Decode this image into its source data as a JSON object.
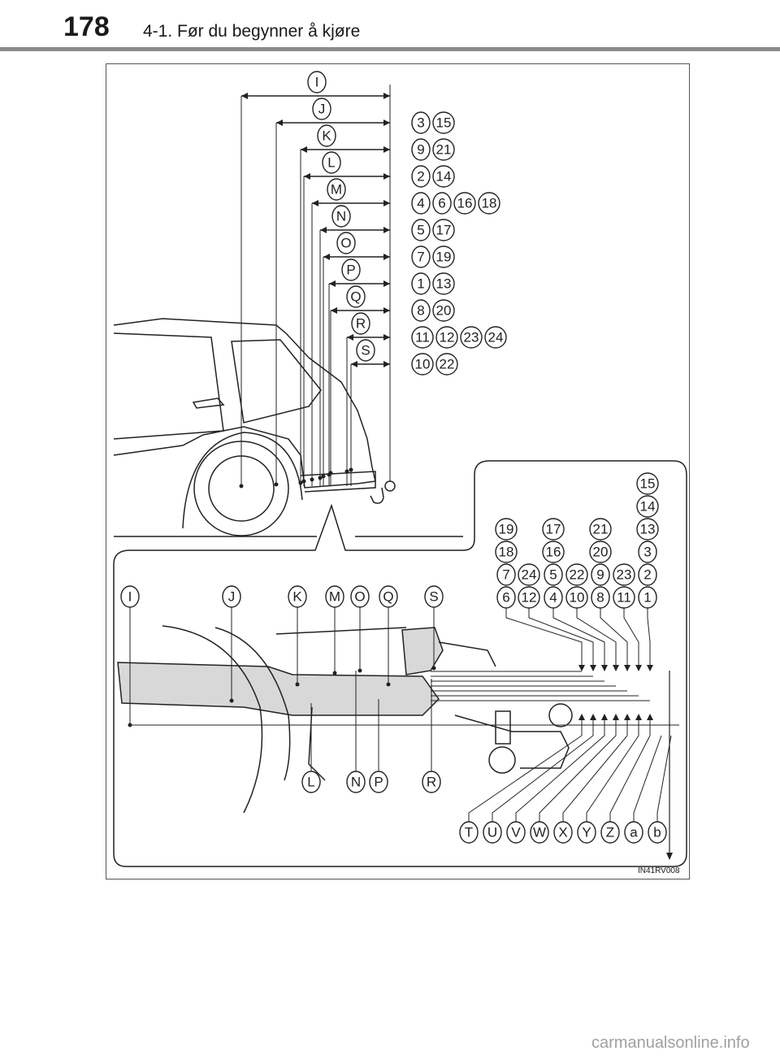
{
  "header": {
    "page_number": "178",
    "section_title": "4-1. Før du begynner å kjøre"
  },
  "figure": {
    "code": "IN41RV008",
    "upper_labels": [
      {
        "letter": "I",
        "numbers": []
      },
      {
        "letter": "J",
        "numbers": [
          "3",
          "15"
        ]
      },
      {
        "letter": "K",
        "numbers": [
          "9",
          "21"
        ]
      },
      {
        "letter": "L",
        "numbers": [
          "2",
          "14"
        ]
      },
      {
        "letter": "M",
        "numbers": [
          "4",
          "6",
          "16",
          "18"
        ]
      },
      {
        "letter": "N",
        "numbers": [
          "5",
          "17"
        ]
      },
      {
        "letter": "O",
        "numbers": [
          "7",
          "19"
        ]
      },
      {
        "letter": "P",
        "numbers": [
          "1",
          "13"
        ]
      },
      {
        "letter": "Q",
        "numbers": [
          "8",
          "20"
        ]
      },
      {
        "letter": "R",
        "numbers": [
          "11",
          "12",
          "23",
          "24"
        ]
      },
      {
        "letter": "S",
        "numbers": [
          "10",
          "22"
        ]
      }
    ],
    "detail_top_letters": [
      "I",
      "J",
      "K",
      "M",
      "O",
      "Q",
      "S"
    ],
    "detail_bottom_letters": [
      "L",
      "N",
      "P",
      "R"
    ],
    "number_columns": [
      [
        "19",
        "18",
        "7",
        "6"
      ],
      [
        "24",
        "12"
      ],
      [
        "17",
        "16",
        "5",
        "4"
      ],
      [
        "22",
        "10"
      ],
      [
        "21",
        "20",
        "9",
        "8"
      ],
      [
        "23",
        "11"
      ],
      [
        "15",
        "14",
        "13",
        "3",
        "2",
        "1"
      ]
    ],
    "bottom_letters": [
      "T",
      "U",
      "V",
      "W",
      "X",
      "Y",
      "Z",
      "a",
      "b"
    ]
  },
  "watermark": "carmanualsonline.info"
}
